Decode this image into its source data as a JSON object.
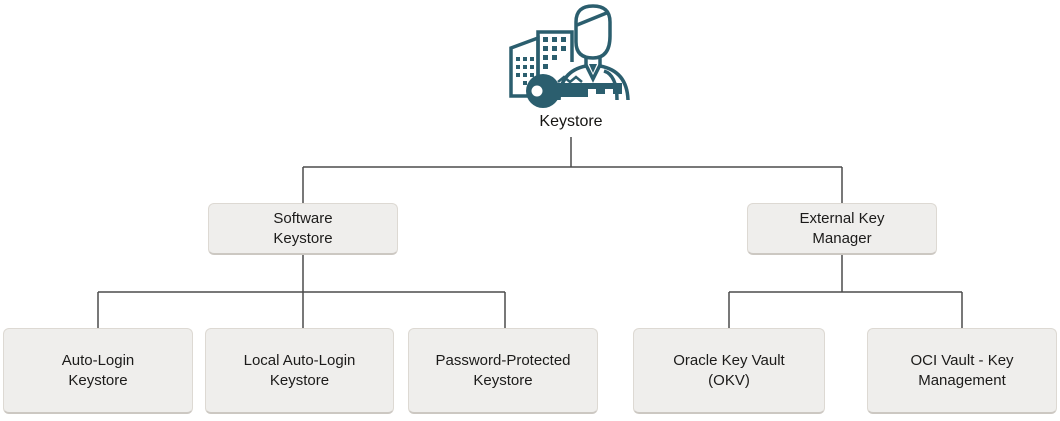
{
  "diagram": {
    "title_node": {
      "label": "Keystore",
      "icon": "keystore-buildings-person-key-icon"
    },
    "level1": [
      {
        "id": "software-keystore",
        "label": "Software\nKeystore",
        "parent": "keystore"
      },
      {
        "id": "external-key-manager",
        "label": "External Key\nManager",
        "parent": "keystore"
      }
    ],
    "level2": [
      {
        "id": "auto-login-keystore",
        "label": "Auto-Login\nKeystore",
        "parent": "software-keystore"
      },
      {
        "id": "local-auto-login-keystore",
        "label": "Local Auto-Login\nKeystore",
        "parent": "software-keystore"
      },
      {
        "id": "password-protected-keystore",
        "label": "Password-Protected\nKeystore",
        "parent": "software-keystore"
      },
      {
        "id": "oracle-key-vault",
        "label": "Oracle Key Vault\n(OKV)",
        "parent": "external-key-manager"
      },
      {
        "id": "oci-vault-key-management",
        "label": "OCI Vault - Key\nManagement",
        "parent": "external-key-manager"
      }
    ],
    "colors": {
      "icon_teal": "#2b5e6e",
      "box_fill": "#efeeec",
      "box_border": "#ddd9d3",
      "connector_line": "#4b4b4b",
      "text": "#1c1b1a",
      "background": "#ffffff"
    }
  }
}
